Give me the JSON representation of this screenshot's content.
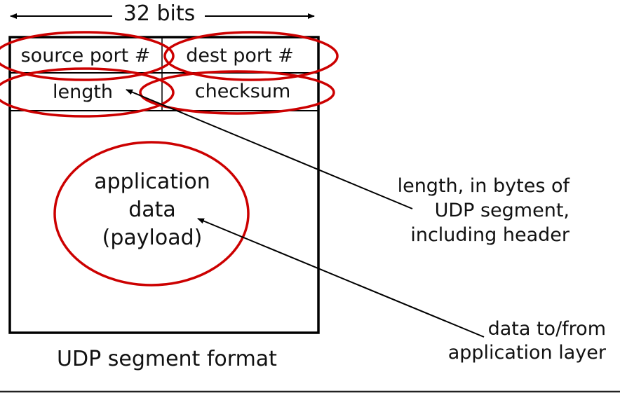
{
  "diagram": {
    "title": "UDP segment format",
    "width_label": "32 bits",
    "header_fields": [
      {
        "row": 1,
        "position": "left",
        "label": "source port #"
      },
      {
        "row": 1,
        "position": "right",
        "label": "dest port #"
      },
      {
        "row": 2,
        "position": "left",
        "label": "length"
      },
      {
        "row": 2,
        "position": "right",
        "label": "checksum"
      }
    ],
    "payload": {
      "line1": "application",
      "line2": "data",
      "line3": "(payload)"
    },
    "annotations": [
      {
        "target": "length",
        "line1": "length, in bytes of",
        "line2": "UDP segment,",
        "line3": "including header"
      },
      {
        "target": "payload",
        "line1": "data to/from",
        "line2": "application layer"
      }
    ],
    "colors": {
      "highlight": "#cc0000",
      "line": "#000000",
      "text": "#111111"
    }
  }
}
